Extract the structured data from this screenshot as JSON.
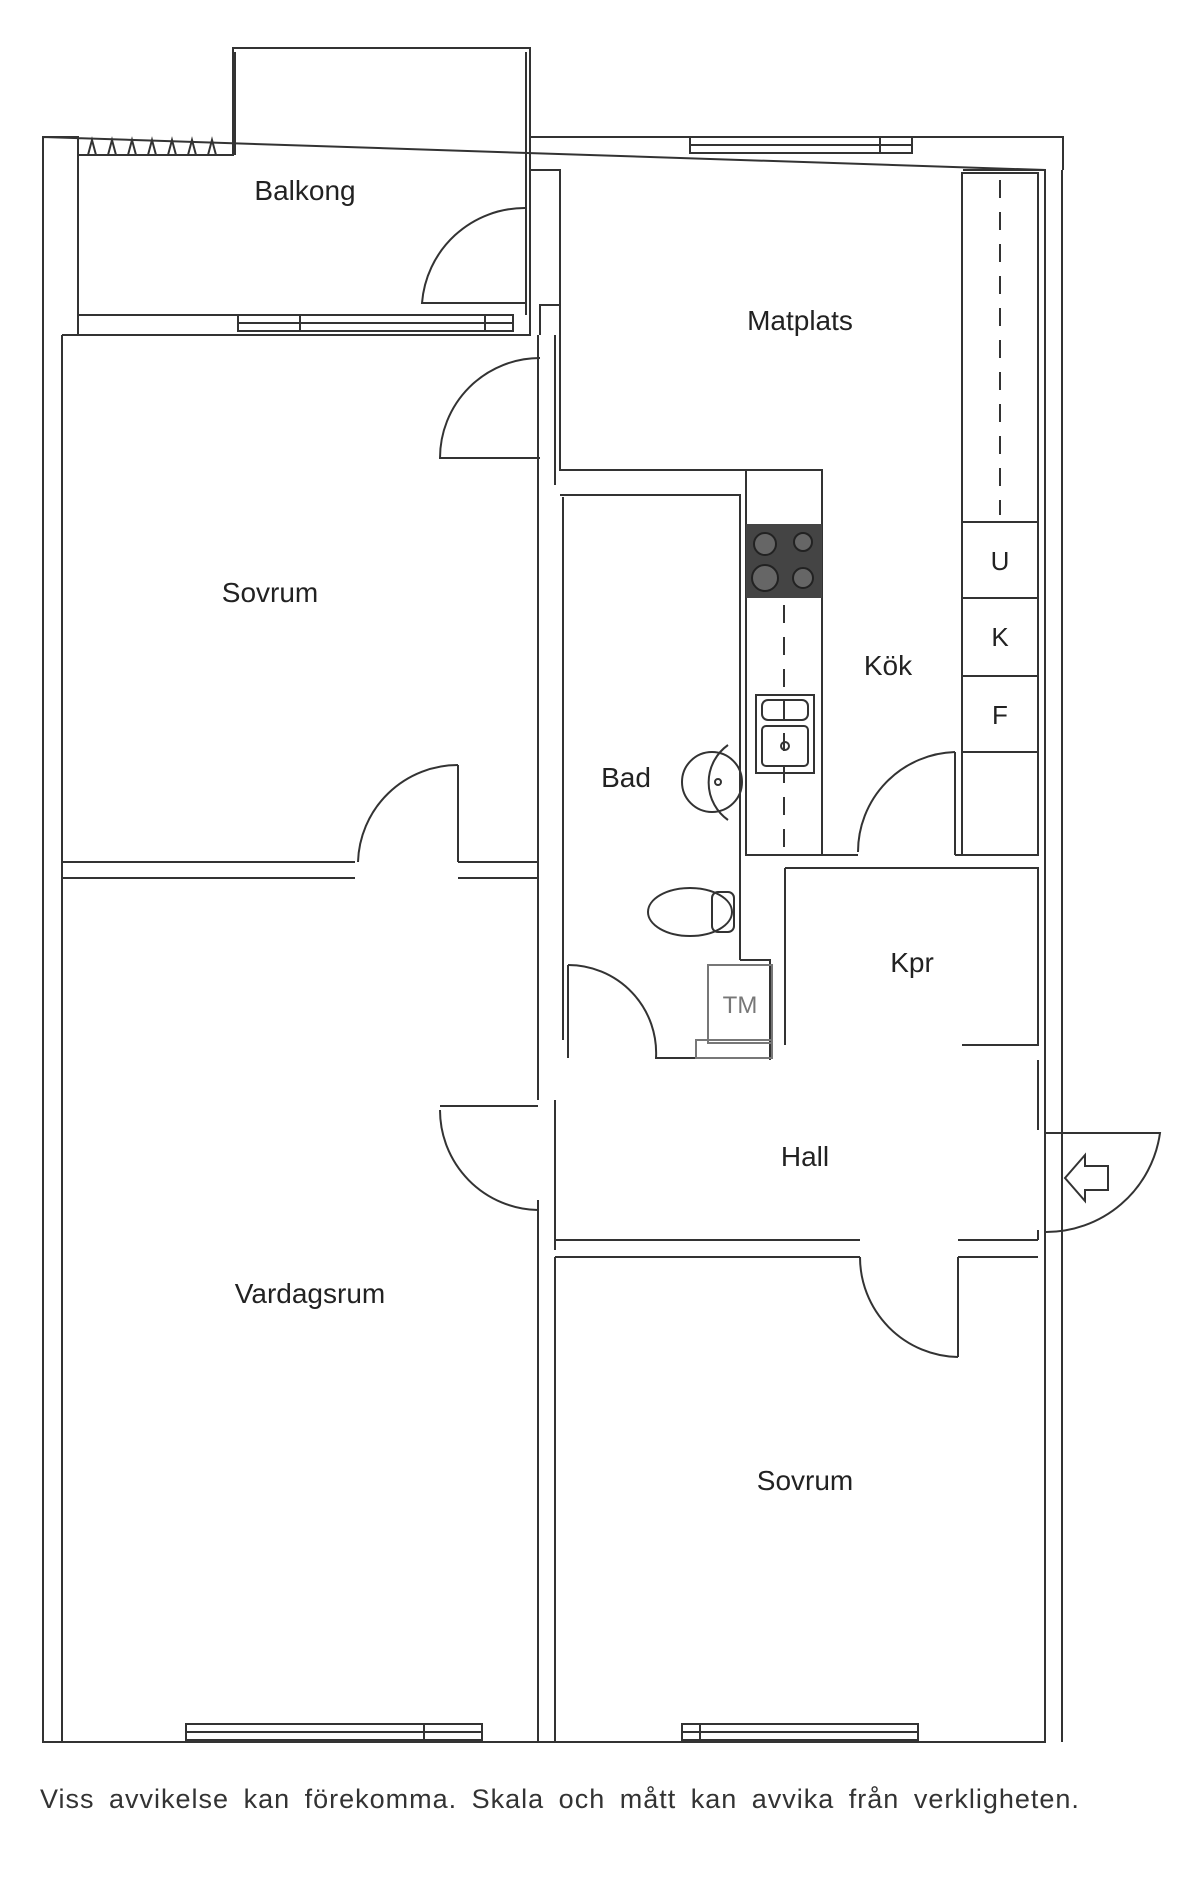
{
  "rooms": {
    "balkong": "Balkong",
    "matplats": "Matplats",
    "sovrum_1": "Sovrum",
    "kok": "Kök",
    "bad": "Bad",
    "kpr": "Kpr",
    "hall": "Hall",
    "vardagsrum": "Vardagsrum",
    "sovrum_2": "Sovrum"
  },
  "appliances": {
    "u": "U",
    "k": "K",
    "f": "F",
    "tm": "TM"
  },
  "disclaimer": "Viss avvikelse kan förekomma. Skala och mått kan avvika från verkligheten."
}
